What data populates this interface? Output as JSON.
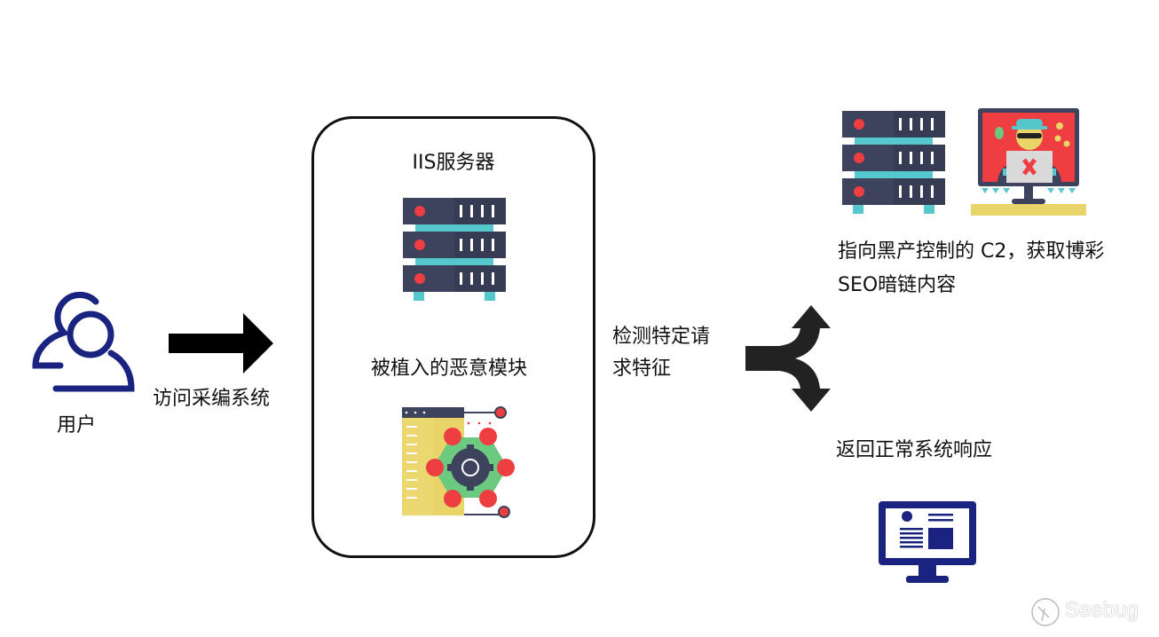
{
  "user": {
    "label": "用户",
    "icon": "users-icon"
  },
  "access": {
    "label": "访问采编系统"
  },
  "iis_box": {
    "title": "IIS服务器",
    "module_label": "被植入的恶意模块"
  },
  "detect": {
    "lines": [
      "检测特定请",
      "求特征"
    ]
  },
  "malicious_path": {
    "lines": [
      "指向黑产控制的 C2，获取博彩",
      "SEO暗链内容"
    ]
  },
  "normal_path": {
    "label": "返回正常系统响应"
  },
  "watermark": {
    "text": "Seebug"
  },
  "colors": {
    "server_body": "#3d435c",
    "server_accent": "#56c8cd",
    "led": "#ef3e42",
    "navy": "#1a2480",
    "module_yellow": "#e8d468",
    "module_green": "#6cc980"
  }
}
